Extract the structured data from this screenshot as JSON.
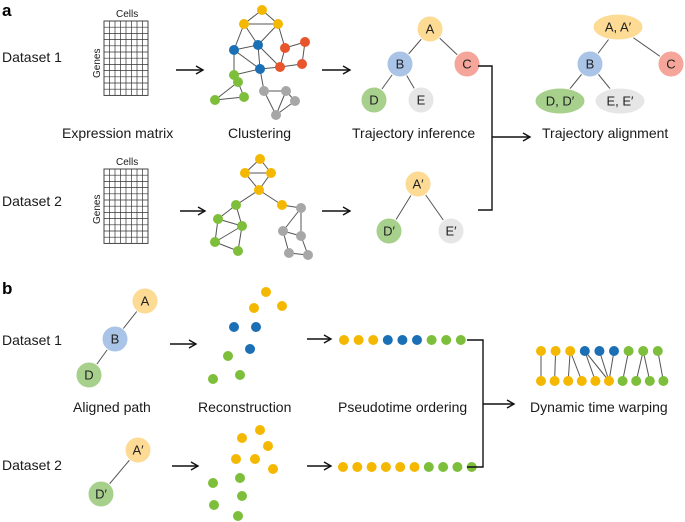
{
  "panels": {
    "a": "a",
    "b": "b"
  },
  "panel_a": {
    "dataset1": "Dataset 1",
    "dataset2": "Dataset 2",
    "cells": "Cells",
    "genes": "Genes",
    "expression_matrix": "Expression matrix",
    "clustering": "Clustering",
    "trajectory_inference": "Trajectory inference",
    "trajectory_alignment": "Trajectory alignment",
    "tree1": {
      "A": "A",
      "B": "B",
      "C": "C",
      "D": "D",
      "E": "E"
    },
    "tree2": {
      "A": "A′",
      "D": "D′",
      "E": "E′"
    },
    "aligned": {
      "A": "A, A′",
      "B": "B",
      "C": "C",
      "D": "D, D′",
      "E": "E, E′"
    }
  },
  "panel_b": {
    "dataset1": "Dataset 1",
    "dataset2": "Dataset 2",
    "aligned_path": "Aligned path",
    "reconstruction": "Reconstruction",
    "pseudotime_ordering": "Pseudotime ordering",
    "dynamic_time_warping": "Dynamic time warping",
    "path1": {
      "A": "A",
      "B": "B",
      "D": "D"
    },
    "path2": {
      "A": "A′",
      "D": "D′"
    }
  },
  "colors": {
    "yellow": "#f5b800",
    "blue": "#1a6fb5",
    "green": "#7dbf3b",
    "red": "#e8552d",
    "gray": "#a7a7a7",
    "node_A": "#fddb95",
    "node_B": "#a9c4e6",
    "node_C": "#f5a59a",
    "node_D": "#a8d08d",
    "node_E": "#e6e6e6"
  }
}
